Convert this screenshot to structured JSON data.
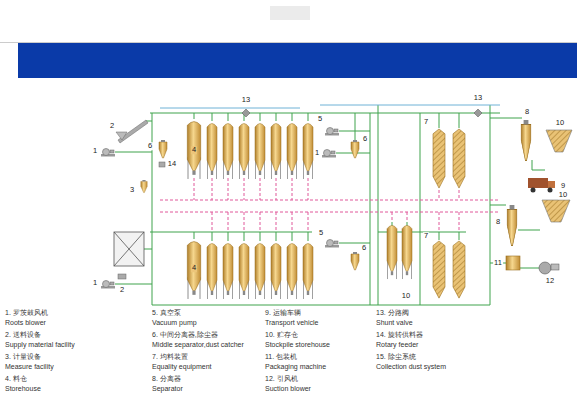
{
  "diagram": {
    "labels": [
      "2",
      "1",
      "6",
      "14",
      "3",
      "4",
      "13",
      "5",
      "6",
      "1",
      "13",
      "7",
      "8",
      "10",
      "9",
      "1",
      "2",
      "4",
      "5",
      "6",
      "7",
      "8",
      "10",
      "11",
      "12",
      "10",
      "1. 罗茨鼓风机",
      "Roots blower",
      "2. 送料设备",
      "Supply material facility",
      "3. 计量设备",
      "Measure facility",
      "4. 料仓",
      "Storehouse",
      "5. 真空泵",
      "Vacuum pump",
      "6. 中间分离器,除尘器",
      "Middle separator,dust catcher",
      "7. 均料装置",
      "Equality equipment",
      "8. 分离器",
      "Separator",
      "9. 运输车辆",
      "Transport vehicle",
      "10. 贮存仓",
      "Stockpile storehouse",
      "11. 包装机",
      "Packaging machine",
      "12. 引风机",
      "Suction blower",
      "13. 分路阀",
      "Shunt valve",
      "14. 旋转供料器",
      "Rotary feeder",
      "15. 除尘系统",
      "Collection dust system"
    ]
  }
}
